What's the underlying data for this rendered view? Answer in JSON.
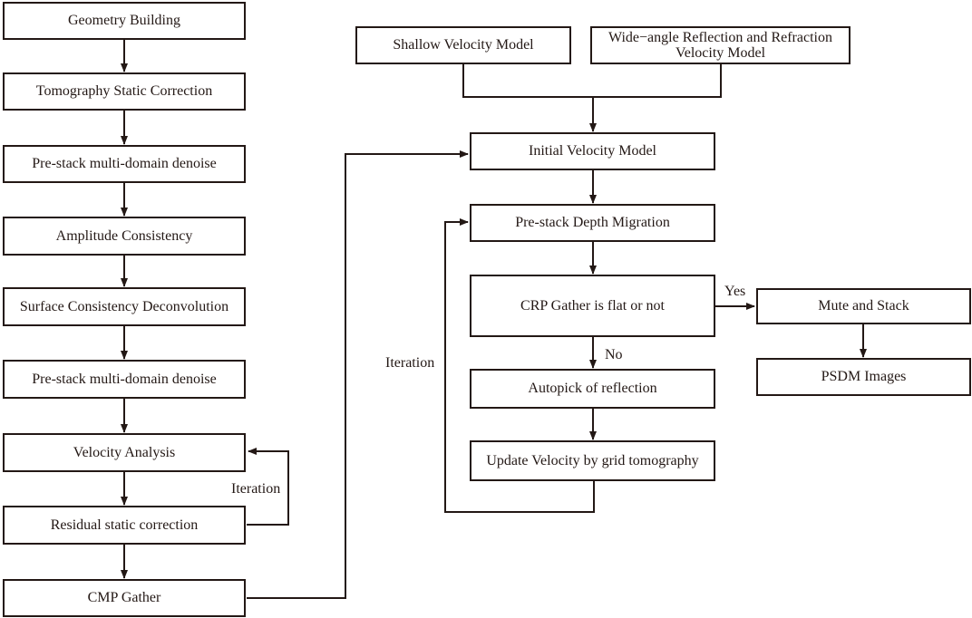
{
  "boxes": {
    "geometry_building": "Geometry Building",
    "tomography_static_correction": "Tomography Static Correction",
    "prestack_denoise_1": "Pre-stack multi-domain denoise",
    "amplitude_consistency": "Amplitude Consistency",
    "surface_consistency_deconvolution": "Surface Consistency Deconvolution",
    "prestack_denoise_2": "Pre-stack multi-domain denoise",
    "velocity_analysis": "Velocity Analysis",
    "residual_static_correction": "Residual static correction",
    "cmp_gather": "CMP Gather",
    "shallow_velocity_model": "Shallow Velocity Model",
    "wide_angle_model": "Wide−angle Reflection and Refraction Velocity Model",
    "initial_velocity_model": "Initial Velocity Model",
    "prestack_depth_migration": "Pre-stack Depth Migration",
    "crp_gather_flat": "CRP Gather is flat or not",
    "autopick_reflection": "Autopick of reflection",
    "update_velocity": "Update Velocity by grid tomography",
    "mute_and_stack": "Mute and Stack",
    "psdm_images": "PSDM Images"
  },
  "labels": {
    "iteration_left": "Iteration",
    "iteration_right": "Iteration",
    "yes": "Yes",
    "no": "No"
  },
  "colors": {
    "stroke": "#231815",
    "background": "#ffffff"
  }
}
